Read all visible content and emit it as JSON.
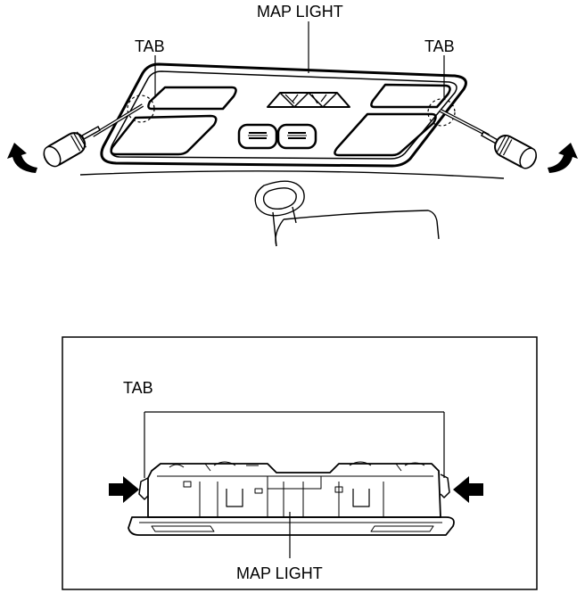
{
  "top": {
    "title_label": "MAP LIGHT",
    "tab_left_label": "TAB",
    "tab_right_label": "TAB"
  },
  "detail": {
    "tab_label": "TAB",
    "map_light_label": "MAP LIGHT"
  },
  "colors": {
    "line": "#000000",
    "background": "#ffffff"
  },
  "icons": [
    "screwdriver-icon",
    "rotation-arrow-icon",
    "push-arrow-icon"
  ]
}
